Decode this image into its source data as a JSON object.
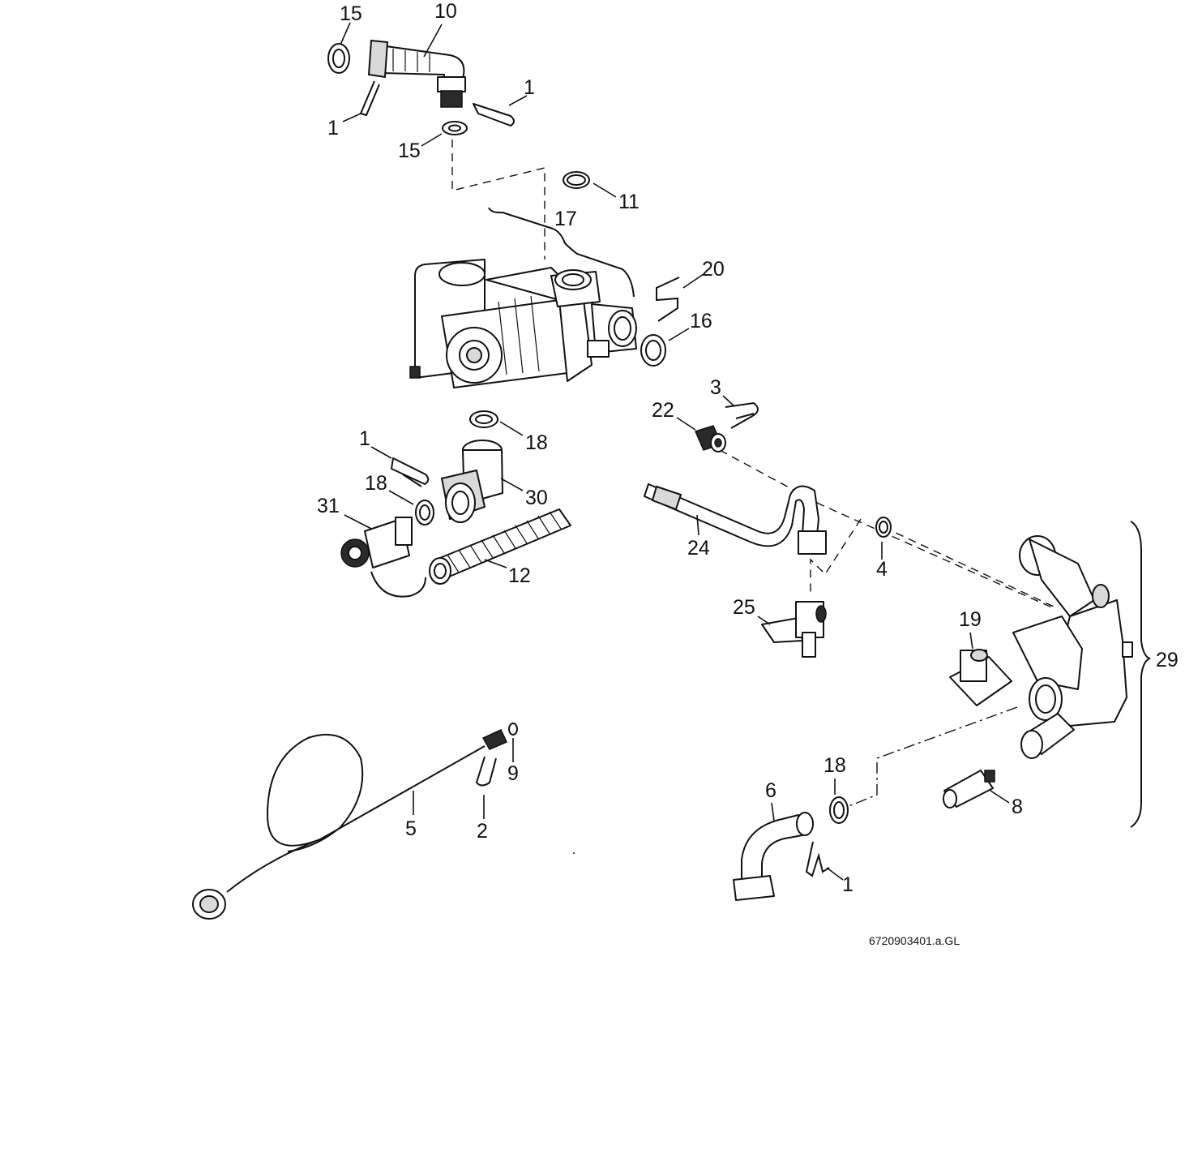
{
  "drawing_number": "6720903401.a.GL",
  "callouts": {
    "c15a": "15",
    "c10": "10",
    "c1a": "1",
    "c1b": "1",
    "c15b": "15",
    "c11": "11",
    "c17": "17",
    "c20": "20",
    "c16": "16",
    "c3": "3",
    "c22": "22",
    "c18a": "18",
    "c1c": "1",
    "c18b": "18",
    "c30": "30",
    "c31": "31",
    "c12": "12",
    "c24": "24",
    "c4": "4",
    "c25": "25",
    "c19": "19",
    "c29": "29",
    "c9": "9",
    "c5": "5",
    "c2": "2",
    "c18c": "18",
    "c6": "6",
    "c8": "8",
    "c1d": "1"
  }
}
